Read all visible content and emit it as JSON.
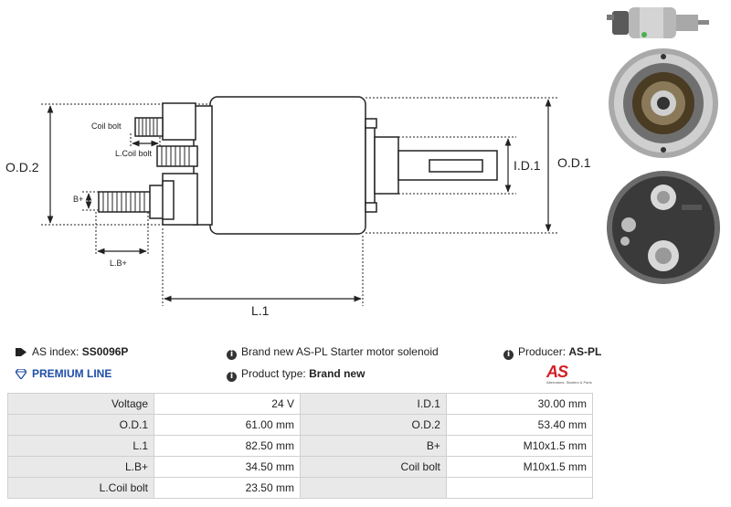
{
  "diagram": {
    "labels": {
      "od2": "O.D.2",
      "od1": "O.D.1",
      "id1": "I.D.1",
      "l1": "L.1",
      "lb_plus": "L.B+",
      "b_plus": "B+",
      "coil_bolt": "Coil bolt",
      "l_coil_bolt": "L.Coil bolt"
    }
  },
  "info": {
    "as_index_label": "AS index:",
    "as_index_value": "SS0096P",
    "premium_line": "PREMIUM LINE",
    "description": "Brand new AS-PL Starter motor solenoid",
    "product_type_label": "Product type:",
    "product_type_value": "Brand new",
    "producer_label": "Producer:",
    "producer_value": "AS-PL",
    "logo_text": "AS",
    "logo_subtext": "Alternators, Starters & Parts"
  },
  "specs": [
    {
      "l_label": "Voltage",
      "l_value": "24 V",
      "r_label": "I.D.1",
      "r_value": "30.00 mm"
    },
    {
      "l_label": "O.D.1",
      "l_value": "61.00 mm",
      "r_label": "O.D.2",
      "r_value": "53.40 mm"
    },
    {
      "l_label": "L.1",
      "l_value": "82.50 mm",
      "r_label": "B+",
      "r_value": "M10x1.5 mm"
    },
    {
      "l_label": "L.B+",
      "l_value": "34.50 mm",
      "r_label": "Coil bolt",
      "r_value": "M10x1.5 mm"
    },
    {
      "l_label": "L.Coil bolt",
      "l_value": "23.50 mm",
      "r_label": "",
      "r_value": ""
    }
  ]
}
